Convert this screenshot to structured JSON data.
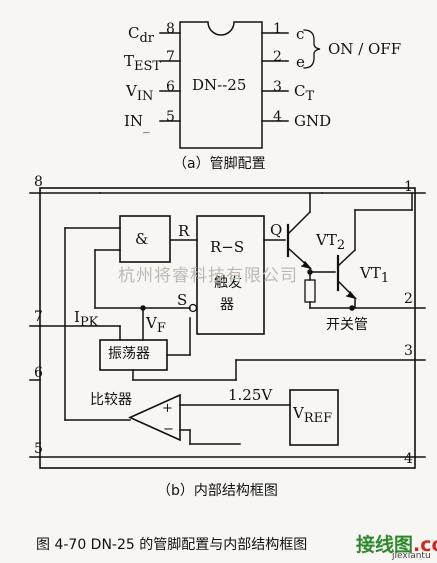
{
  "pinout": {
    "chip_name": "DN--25",
    "left_pins": [
      {
        "num": "8",
        "label": "C_dr",
        "main": "C",
        "sub": "dr"
      },
      {
        "num": "7",
        "label": "T_EST",
        "main": "T",
        "sub": "EST"
      },
      {
        "num": "6",
        "label": "V_IN",
        "main": "V",
        "sub": "IN"
      },
      {
        "num": "5",
        "label": "IN_",
        "main": "IN",
        "sub": "_"
      }
    ],
    "right_pins": [
      {
        "num": "1",
        "label": "c"
      },
      {
        "num": "2",
        "label": "e"
      },
      {
        "num": "3",
        "label": "C_T",
        "main": "C",
        "sub": "T"
      },
      {
        "num": "4",
        "label": "GND"
      }
    ],
    "bracket_label": "ON / OFF",
    "caption": "（a）管脚配置"
  },
  "block": {
    "pins": {
      "p8": "8",
      "p7": "7",
      "p6": "6",
      "p5": "5",
      "p1": "1",
      "p2": "2",
      "p3": "3",
      "p4": "4"
    },
    "and_gate": "&",
    "flipflop_title": "R−S",
    "flipflop_sub_1": "触发",
    "flipflop_sub_2": "器",
    "flipflop_in_r": "R",
    "flipflop_in_s": "S",
    "flipflop_out_q": "Q",
    "transistor_2": {
      "main": "VT",
      "sub": "2"
    },
    "transistor_1": {
      "main": "VT",
      "sub": "1"
    },
    "switch_label": "开关管",
    "ipk": {
      "main": "I",
      "sub": "PK"
    },
    "vf": {
      "main": "V",
      "sub": "F"
    },
    "oscillator": "振荡器",
    "comparator": "比较器",
    "comp_plus": "+",
    "comp_minus": "−",
    "ref_voltage": "1.25V",
    "vref": {
      "main": "V",
      "sub": "REF"
    },
    "caption": "（b）内部结构框图"
  },
  "figure_caption": "图 4-70   DN-25 的管脚配置与内部结构框图",
  "watermark": "杭州将睿科技有限公司",
  "logo": {
    "text": "接线图",
    "suffix": ".com",
    "sub": "jiexiantu"
  }
}
